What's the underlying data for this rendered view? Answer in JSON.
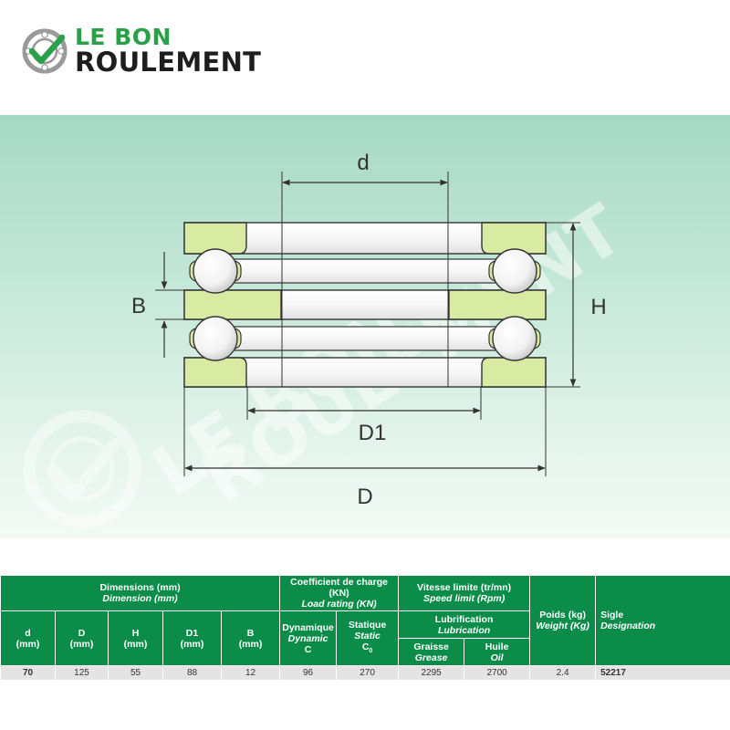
{
  "logo": {
    "line1": "LE BON",
    "line2": "ROULEMENT"
  },
  "diagram": {
    "label_d": "d",
    "label_D": "D",
    "label_D1": "D1",
    "label_B": "B",
    "label_H": "H"
  },
  "watermark": {
    "line1": "LE BON",
    "line2": "ROULEMENT"
  },
  "colors": {
    "brand_green": "#0b8c49",
    "logo_green": "#2aa148",
    "ring_fill": "#d9eba2",
    "bg_gradient_top": "#a6d9c4"
  },
  "table": {
    "group_dimensions": {
      "fr": "Dimensions (mm)",
      "en": "Dimension (mm)"
    },
    "group_load": {
      "fr": "Coefficient de charge (KN)",
      "en": "Load rating (KN)"
    },
    "group_speed": {
      "fr": "Vitesse limite (tr/mn)",
      "en": "Speed limit (Rpm)"
    },
    "lubrication": {
      "fr": "Lubrification",
      "en": "Lubrication"
    },
    "weight": {
      "fr": "Poids (kg)",
      "en": "Weight (Kg)"
    },
    "designation": {
      "fr": "Sigle",
      "en": "Designation"
    },
    "col_d": {
      "name": "d",
      "unit": "(mm)"
    },
    "col_D": {
      "name": "D",
      "unit": "(mm)"
    },
    "col_H": {
      "name": "H",
      "unit": "(mm)"
    },
    "col_D1": {
      "name": "D1",
      "unit": "(mm)"
    },
    "col_B": {
      "name": "B",
      "unit": "(mm)"
    },
    "dynamic": {
      "fr": "Dynamique",
      "en": "Dynamic",
      "sym": "C"
    },
    "static": {
      "fr": "Statique",
      "en": "Static",
      "sym": "C",
      "sub": "0"
    },
    "grease": {
      "fr": "Graisse",
      "en": "Grease"
    },
    "oil": {
      "fr": "Huile",
      "en": "Oil"
    },
    "row": {
      "d": "70",
      "D": "125",
      "H": "55",
      "D1": "88",
      "B": "12",
      "dynamic": "96",
      "static": "270",
      "grease": "2295",
      "oil": "2700",
      "weight": "2.4",
      "designation": "52217"
    }
  }
}
